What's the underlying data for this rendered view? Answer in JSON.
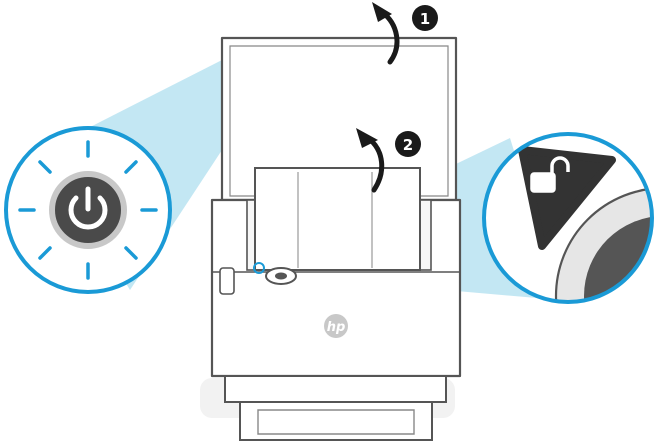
{
  "steps": [
    {
      "number": "1",
      "icon": "curved-arrow-up-icon"
    },
    {
      "number": "2",
      "icon": "curved-arrow-up-icon"
    }
  ],
  "callouts": {
    "left": {
      "icon": "power-icon",
      "state": "glowing"
    },
    "right": {
      "icon": "unlock-icon"
    }
  },
  "printer": {
    "logo": "hp"
  },
  "colors": {
    "highlight": "#b9e3f1",
    "callout_ring": "#1a9ad6",
    "ink": "#1a1a1a",
    "outline": "#555555",
    "body": "#ffffff",
    "button": "#4a4a4a"
  }
}
